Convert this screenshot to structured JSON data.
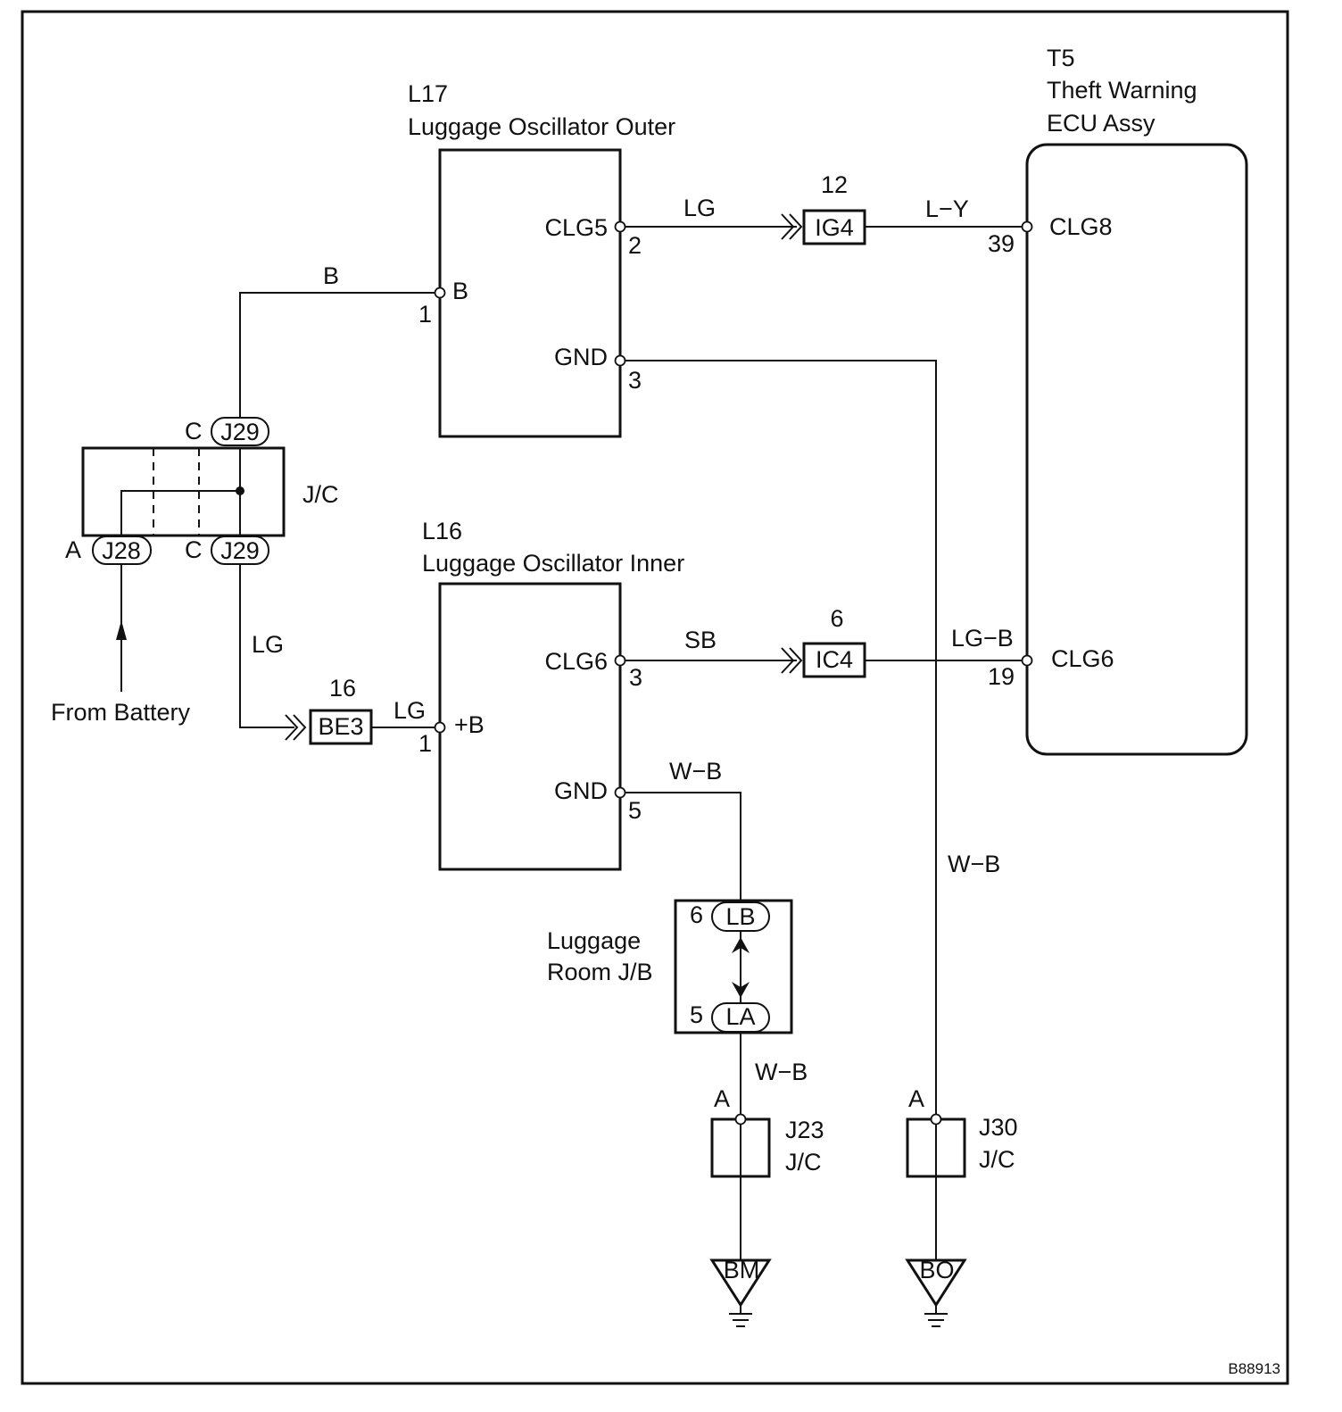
{
  "diagram_id": "B88913",
  "components": {
    "l17": {
      "code": "L17",
      "name": "Luggage Oscillator Outer",
      "pins": {
        "clg5": {
          "name": "CLG5",
          "number": "2"
        },
        "b": {
          "name": "B",
          "number": "1"
        },
        "gnd": {
          "name": "GND",
          "number": "3"
        }
      }
    },
    "l16": {
      "code": "L16",
      "name": "Luggage Oscillator Inner",
      "pins": {
        "clg6": {
          "name": "CLG6",
          "number": "3"
        },
        "plus_b": {
          "name": "+B",
          "number": "1"
        },
        "gnd": {
          "name": "GND",
          "number": "5"
        }
      }
    },
    "t5": {
      "code": "T5",
      "name_line1": "Theft Warning",
      "name_line2": "ECU Assy",
      "pins": {
        "clg8": {
          "name": "CLG8",
          "number": "39"
        },
        "clg6": {
          "name": "CLG6",
          "number": "19"
        }
      }
    },
    "jc_main": {
      "label": "J/C",
      "top": {
        "pin": "C",
        "connector": "J29"
      },
      "bottom_left": {
        "pin": "A",
        "connector": "J28"
      },
      "bottom_right": {
        "pin": "C",
        "connector": "J29"
      }
    },
    "luggage_room_jb": {
      "label_line1": "Luggage",
      "label_line2": "Room J/B",
      "top": {
        "pin": "6",
        "connector": "LB"
      },
      "bottom": {
        "pin": "5",
        "connector": "LA"
      }
    },
    "j23": {
      "code": "J23",
      "label": "J/C",
      "pin": "A"
    },
    "j30": {
      "code": "J30",
      "label": "J/C",
      "pin": "A"
    }
  },
  "connectors": {
    "ig4": {
      "code": "IG4",
      "pin": "12"
    },
    "ic4": {
      "code": "IC4",
      "pin": "6"
    },
    "be3": {
      "code": "BE3",
      "pin": "16"
    }
  },
  "grounds": {
    "bm": "BM",
    "bo": "BO"
  },
  "source": {
    "label": "From Battery"
  },
  "wires": {
    "l17_b": "B",
    "l17_clg5": "LG",
    "t5_clg8": "L−Y",
    "jc_to_be3": "LG",
    "be3_to_l16": "LG",
    "l16_clg6": "SB",
    "t5_clg6": "LG−B",
    "l16_gnd": "W−B",
    "l17_gnd": "W−B",
    "jb_to_j23": "W−B"
  }
}
